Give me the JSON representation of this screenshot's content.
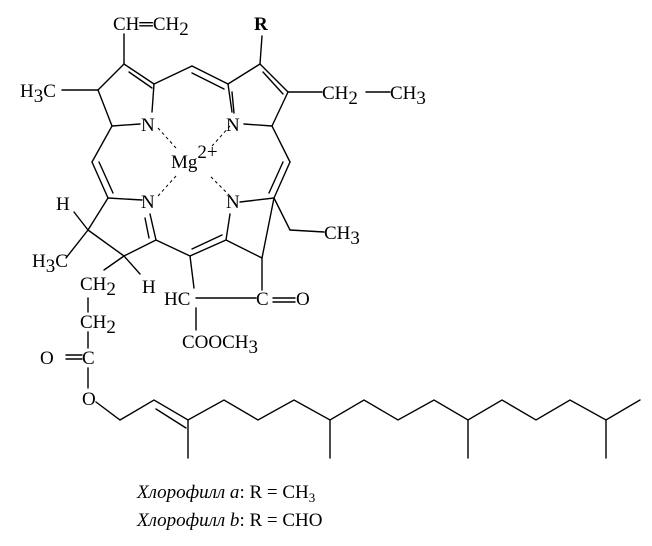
{
  "atoms": {
    "vinyl": "CH═CH",
    "vinyl_sub": "2",
    "r_group": "R",
    "methyl_left": "H",
    "methyl_left_sub": "3",
    "methyl_left_c": "C",
    "ethyl_ch": "CH",
    "ethyl_sub": "2",
    "ethyl_tail": "CH",
    "ethyl_tail_sub": "3",
    "n_top_left": "N",
    "n_top_right": "N",
    "n_bottom_left": "N",
    "n_bottom_right": "N",
    "metal": "Mg",
    "metal_charge": "2+",
    "methyl_right": "CH",
    "methyl_right_sub": "3",
    "h_top": "H",
    "h3c": "H",
    "h3c_sub": "3",
    "h3c_c": "C",
    "ch2_a": "CH",
    "ch2_a_sub": "2",
    "h_bottom": "H",
    "hc": "HC",
    "carbonyl": "O",
    "ch2_b": "CH",
    "ch2_b_sub": "2",
    "cooch": "COOCH",
    "cooch_sub": "3",
    "ester_o": "O",
    "ester_c": "C",
    "ester_o2": "O"
  },
  "captions": {
    "a_name": "Хлорофилл a",
    "a_formula": ":  R = CH",
    "a_sub": "3",
    "b_name": "Хлорофилл b",
    "b_formula": ":  R = CHO"
  }
}
